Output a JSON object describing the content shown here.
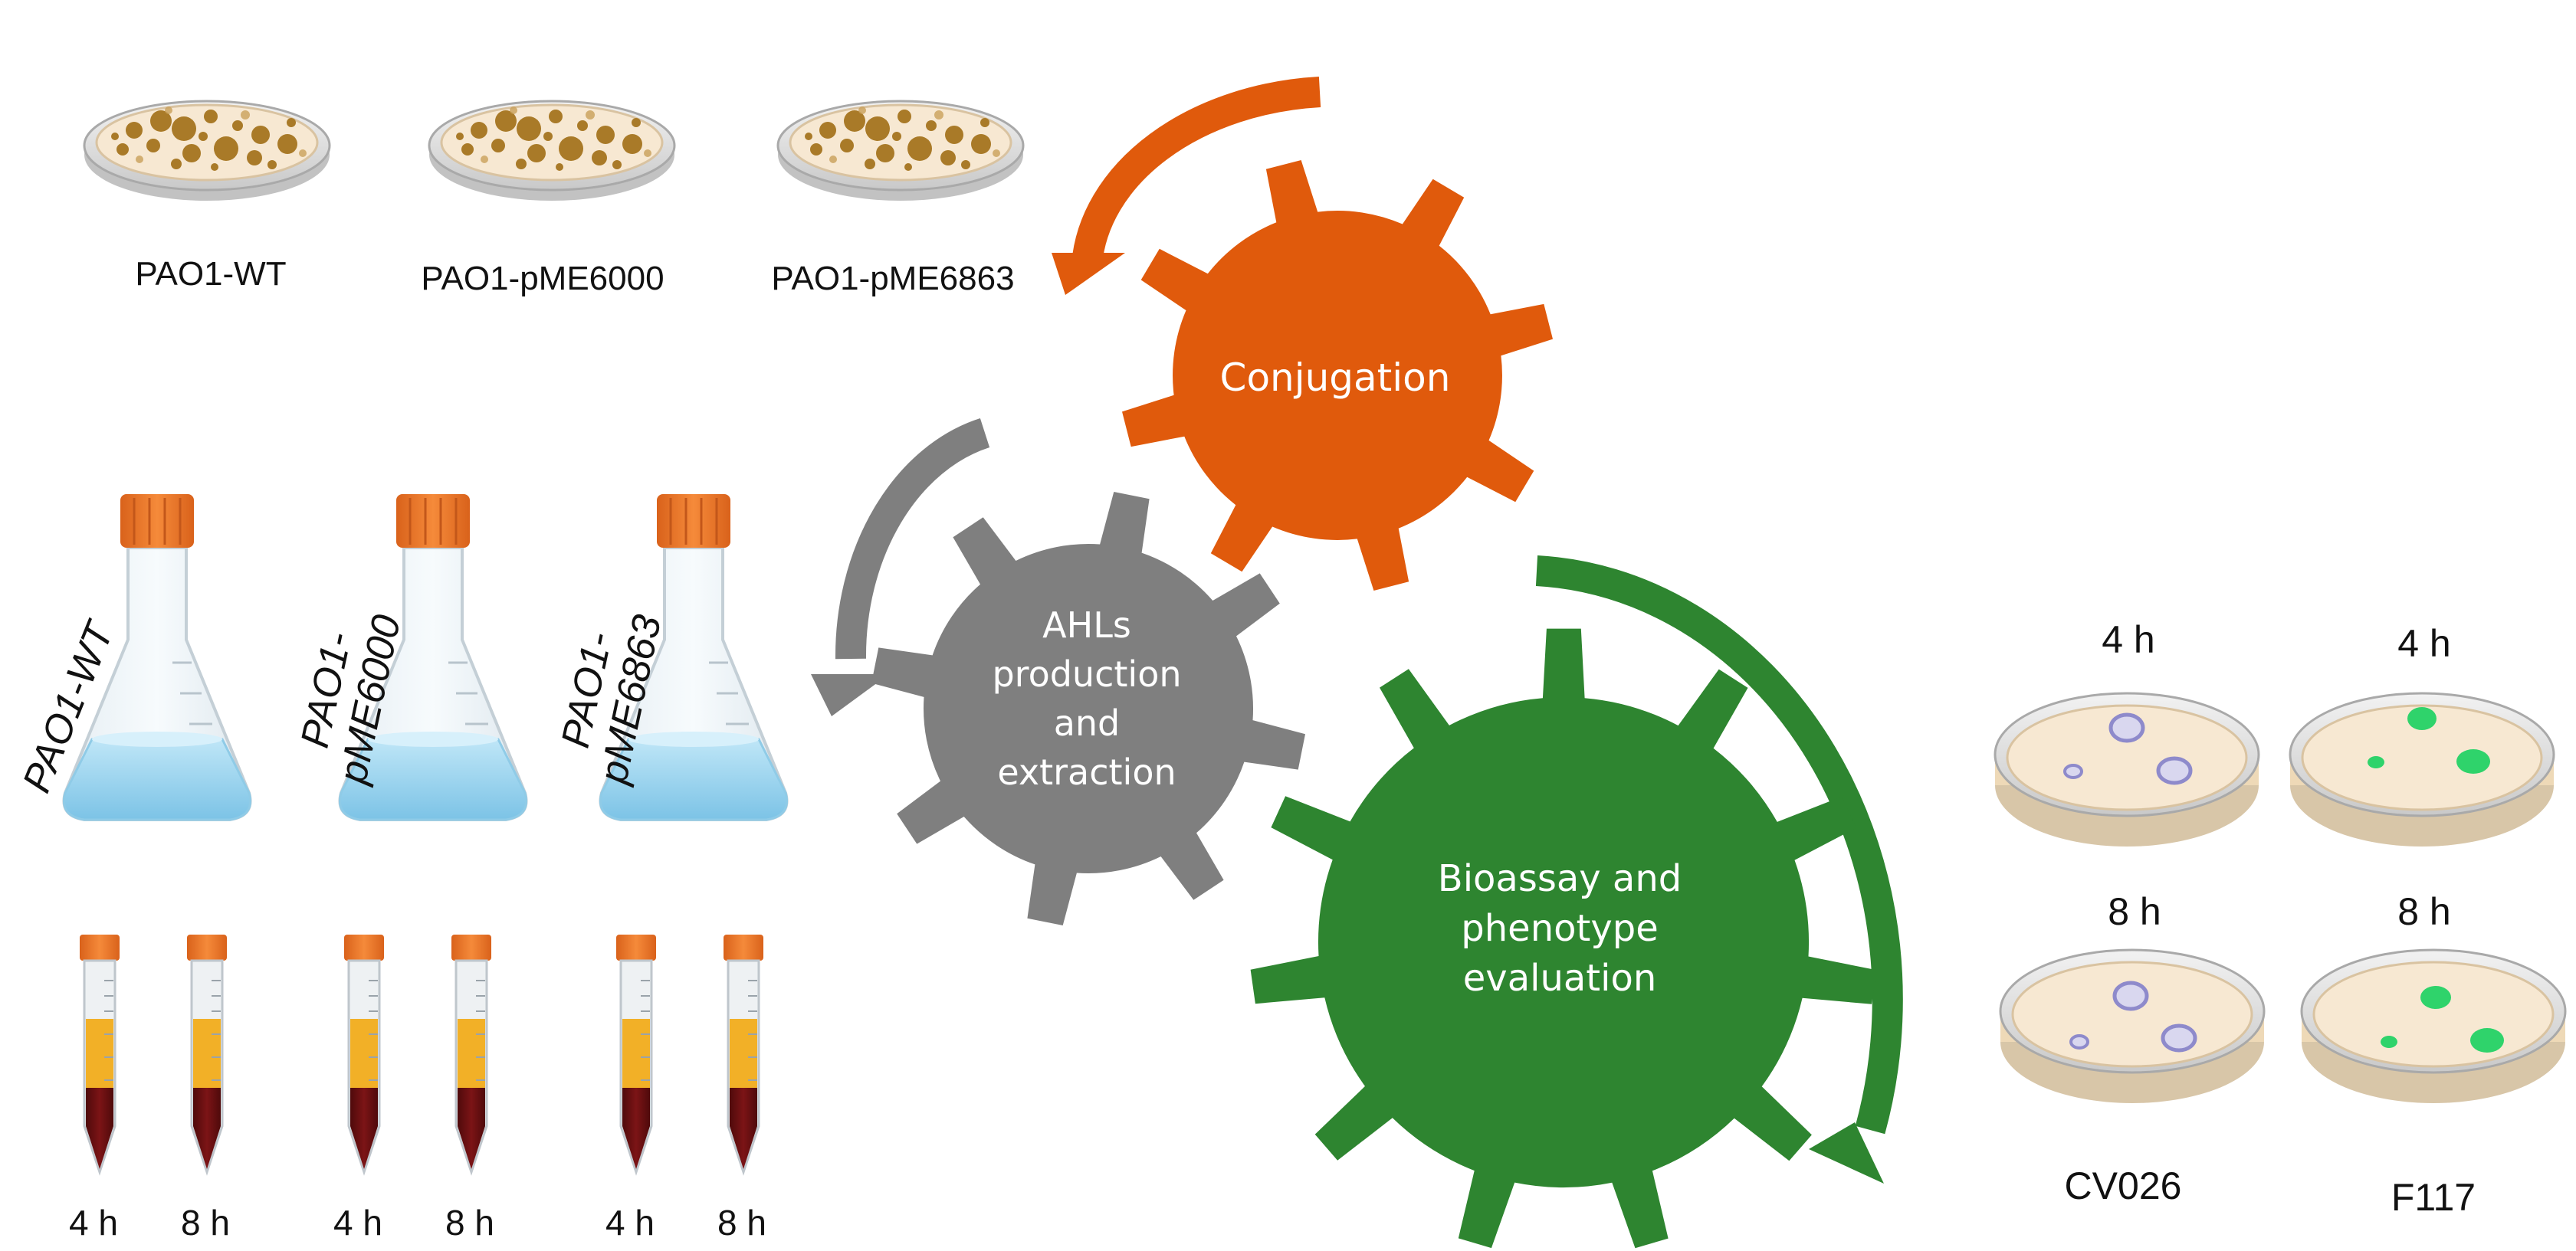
{
  "strains": {
    "plates": [
      "PAO1-WT",
      "PAO1-pME6000",
      "PAO1-pME6863"
    ],
    "flasks": [
      "PAO1-WT",
      "PAO1-\npME6000",
      "PAO1-\npME6863"
    ]
  },
  "tube_times": [
    "4 h",
    "8 h",
    "4 h",
    "8 h",
    "4 h",
    "8 h"
  ],
  "gears": {
    "conjugation": "Conjugation",
    "ahl": [
      "AHLs",
      "production",
      "and",
      "extraction"
    ],
    "bioassay": [
      "Bioassay and",
      "phenotype",
      "evaluation"
    ]
  },
  "bioassay": {
    "times": [
      "4 h",
      "4 h",
      "8 h",
      "8 h"
    ],
    "strains": [
      "CV026",
      "F117"
    ]
  },
  "colors": {
    "orange": "#E05A0C",
    "grey": "#7F7F7F",
    "green": "#2E8530",
    "cap": "#EE7A2A",
    "agar": "#F7E8D2",
    "blood": "#6E0F10",
    "serum": "#F2B027",
    "purple": "#8E8ACB",
    "bright_green": "#2FD36B",
    "colony_brown": "#A97A28"
  }
}
